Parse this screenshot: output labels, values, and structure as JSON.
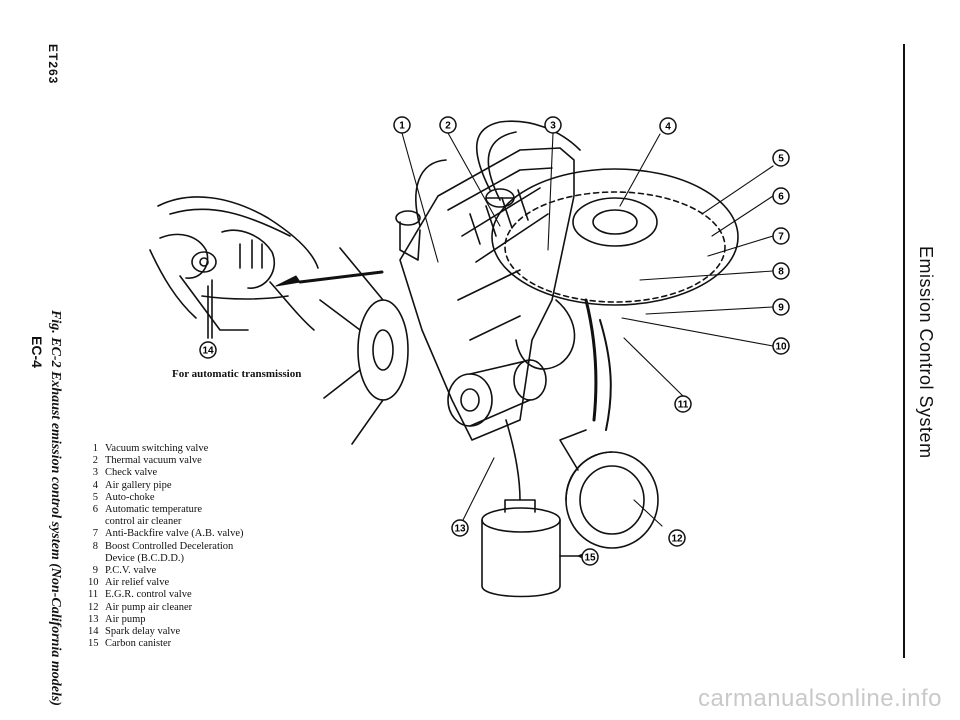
{
  "page": {
    "code": "ET263",
    "section": "Emission Control System",
    "caption": "Fig. EC-2 Exhaust emission control system (Non-California models)",
    "page_number": "EC-4",
    "watermark": "carmanualsonline.info"
  },
  "inset": {
    "label": "For automatic transmission"
  },
  "legend": [
    {
      "num": "1",
      "label": "Vacuum switching valve"
    },
    {
      "num": "2",
      "label": "Thermal vacuum valve"
    },
    {
      "num": "3",
      "label": "Check valve"
    },
    {
      "num": "4",
      "label": "Air gallery pipe"
    },
    {
      "num": "5",
      "label": "Auto-choke"
    },
    {
      "num": "6",
      "label": "Automatic temperature"
    },
    {
      "num": "",
      "label": "control air cleaner"
    },
    {
      "num": "7",
      "label": "Anti-Backfire valve (A.B. valve)"
    },
    {
      "num": "8",
      "label": "Boost Controlled Deceleration"
    },
    {
      "num": "",
      "label": "Device (B.C.D.D.)"
    },
    {
      "num": "9",
      "label": "P.C.V. valve"
    },
    {
      "num": "10",
      "label": "Air relief valve"
    },
    {
      "num": "11",
      "label": "E.G.R. control valve"
    },
    {
      "num": "12",
      "label": "Air pump air cleaner"
    },
    {
      "num": "13",
      "label": "Air pump"
    },
    {
      "num": "14",
      "label": "Spark delay valve"
    },
    {
      "num": "15",
      "label": "Carbon canister"
    }
  ],
  "callouts": [
    "1",
    "2",
    "3",
    "4",
    "5",
    "6",
    "7",
    "8",
    "9",
    "10",
    "11",
    "12",
    "13",
    "14",
    "15"
  ]
}
